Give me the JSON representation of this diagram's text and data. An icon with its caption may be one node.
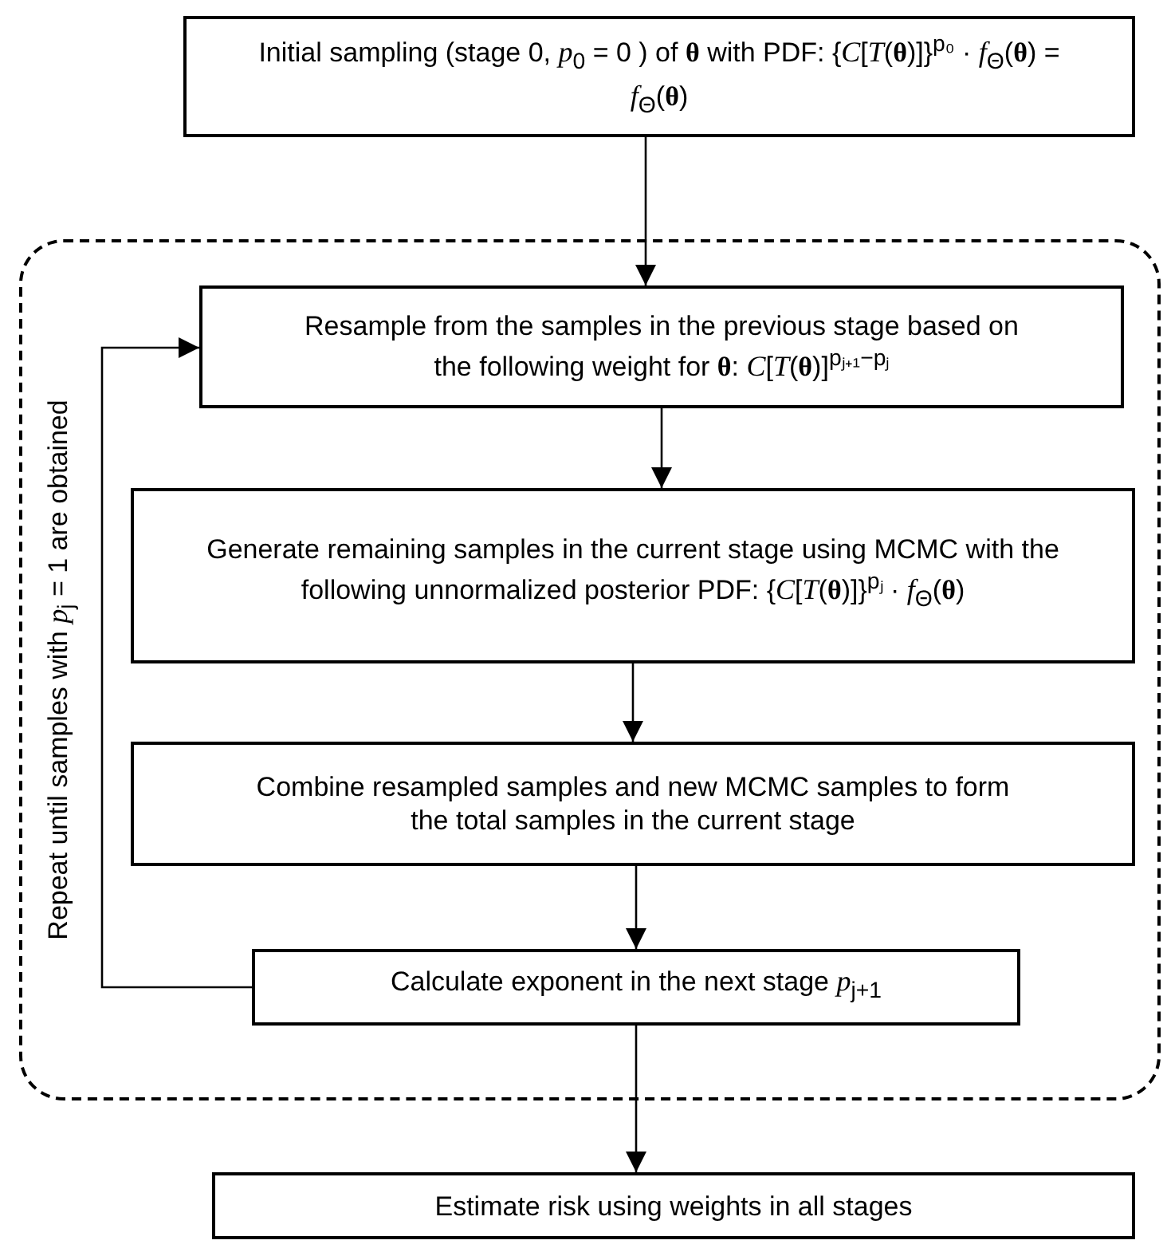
{
  "diagram": {
    "nodes": [
      {
        "text": [
          "Initial sampling (stage 0, *p*$_{0}$ = 0 ) of **θ** with PDF: {*C*[*T*(**θ**)]}$^{p₀}$ · *f*$_{Θ}$(**θ**) = *f*$_{Θ}$(**θ**)"
        ]
      },
      {
        "text": [
          "Repeat until samples with *p*$_{j}$ = 1 are obtained"
        ]
      },
      {
        "text": [
          "Resample from the samples in the previous stage based on the following weight for **θ**: *C*[*T*(**θ**)]$^{pⱼ₊₁−pⱼ}$"
        ],
        "in": 1
      },
      {
        "text": [
          "Generate remaining samples in the current stage using MCMC with the following unnormalized posterior PDF: {*C*[*T*(**θ**)]}$^{pⱼ}$ · *f*$_{Θ}$(**θ**)"
        ],
        "in": 1
      },
      {
        "text": [
          "Combine resampled samples and new MCMC samples to form the total samples in the current stage"
        ],
        "in": 1
      },
      {
        "text": [
          "Calculate exponent in the next stage *p*$_{j+1}$"
        ],
        "in": 1
      },
      {
        "text": [
          "Estimate risk using weights in all stages"
        ]
      }
    ],
    "edges": [
      {
        "from": 0,
        "to": 2,
        "arrow": "to"
      },
      {
        "from": 2,
        "to": 3,
        "arrow": "to"
      },
      {
        "from": 3,
        "to": 4,
        "arrow": "to"
      },
      {
        "from": 4,
        "to": 5,
        "arrow": "to"
      },
      {
        "from": 5,
        "to": 2,
        "arrow": "to"
      },
      {
        "from": 5,
        "to": 6,
        "arrow": "to"
      }
    ]
  }
}
